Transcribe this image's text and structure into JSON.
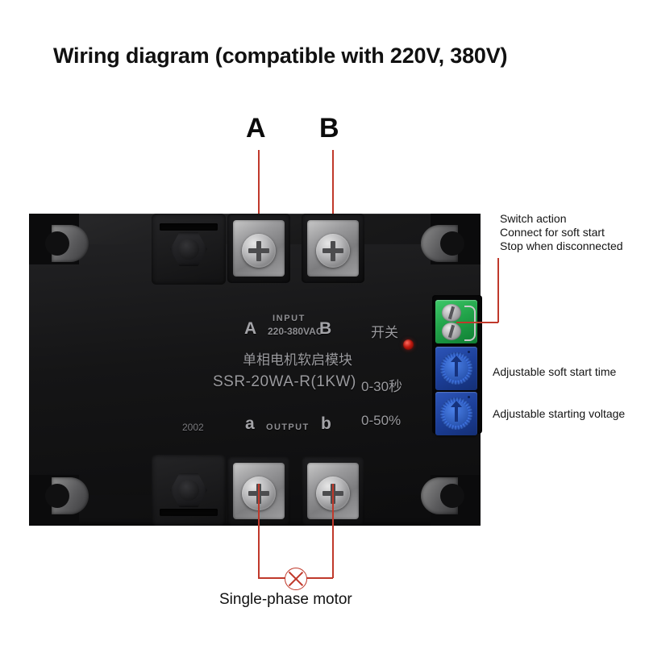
{
  "title": "Wiring diagram (compatible with 220V, 380V)",
  "markers": {
    "input_a": "A",
    "input_b": "B"
  },
  "device": {
    "silkscreen": {
      "terminal_a": "A",
      "terminal_b": "B",
      "input_label": "INPUT",
      "input_voltage": "220-380VAC",
      "chinese_name": "单相电机软启模块",
      "model": "SSR-20WA-R(1KW)",
      "switch_label": "开关",
      "time_range": "0-30秒",
      "voltage_range": "0-50%",
      "date_code": "2002",
      "output_a": "a",
      "output_label": "OUTPUT",
      "output_b": "b"
    }
  },
  "annotations": {
    "switch_note": [
      "Switch action",
      "Connect for soft start",
      "Stop when disconnected"
    ],
    "soft_start_time": "Adjustable soft start time",
    "starting_voltage": "Adjustable starting voltage",
    "motor_caption": "Single-phase motor"
  },
  "colors": {
    "leader_line": "#c0392b",
    "terminal_block_green": "#22a44a",
    "potentiometer_blue": "#1c3f99",
    "led_red": "#c11a10",
    "body_black": "#151516"
  },
  "icons": {
    "motor": "motor-symbol-icon",
    "led": "led-indicator-icon"
  }
}
